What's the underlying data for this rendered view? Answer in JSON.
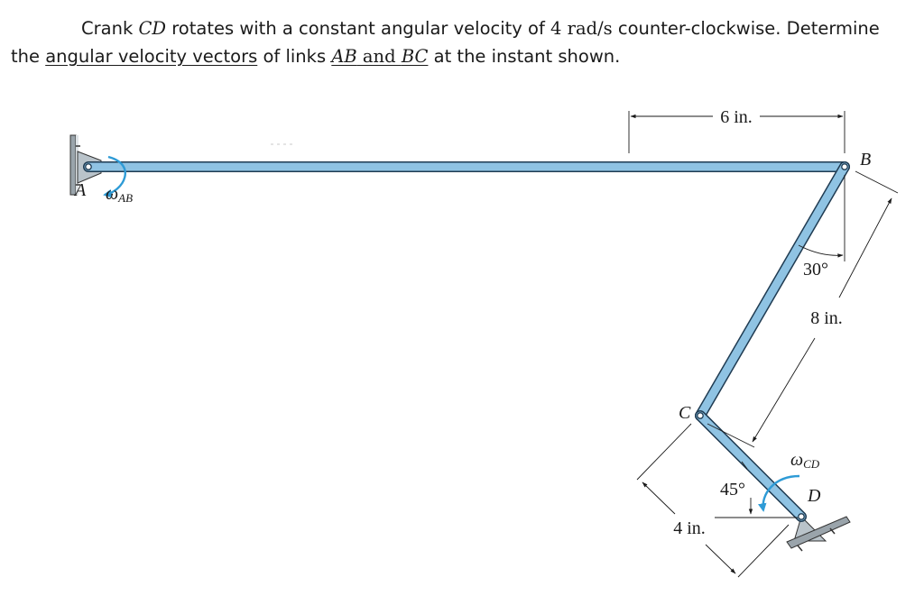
{
  "problem": {
    "line1_a": "Crank ",
    "line1_cd": "CD",
    "line1_b": " rotates with a constant angular velocity of ",
    "line1_value": "4 rad/s",
    "line1_c": " counter-clockwise. Determine",
    "line2_a": "the ",
    "line2_underlined": "angular velocity vectors",
    "line2_b": " of links ",
    "line2_links_ab": "AB",
    "line2_links_and": " and ",
    "line2_links_bc": "BC",
    "line2_c": " at the instant shown."
  },
  "figure": {
    "point_a": "A",
    "point_b": "B",
    "point_c": "C",
    "point_d": "D",
    "omega_ab_symbol": "ω",
    "omega_ab_sub": "AB",
    "omega_cd_symbol": "ω",
    "omega_cd_sub": "CD",
    "dim_ab": "6 in.",
    "dim_bc": "8 in.",
    "dim_cd": "4 in.",
    "angle_b": "30°",
    "angle_d": "45°"
  },
  "colors": {
    "link_fill": "#8fc3e3",
    "link_stroke": "#1f3b52",
    "arrow_blue": "#2e9bd6",
    "support_fill": "#b9c3ca"
  }
}
